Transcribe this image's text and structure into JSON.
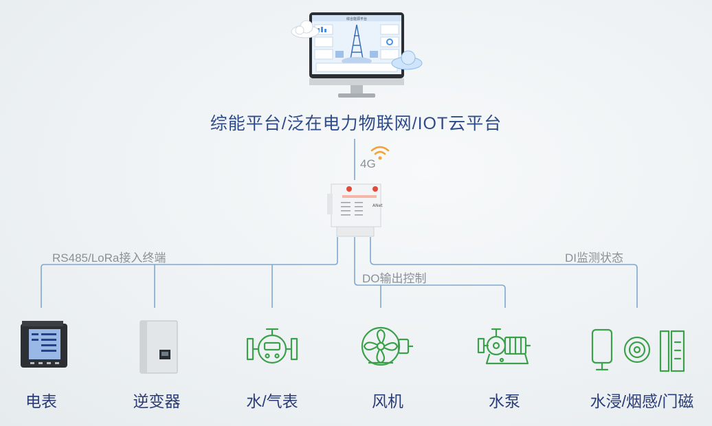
{
  "platform": {
    "title": "综能平台/泛在电力物联网/IOT云平台",
    "screen_heading": "综合能源平台"
  },
  "link": {
    "network_label": "4G"
  },
  "gateway": {
    "brand": "ANet"
  },
  "buses": {
    "rs485": "RS485/LoRa接入终端",
    "do_control": "DO输出控制",
    "di_monitor": "DI监测状态"
  },
  "devices": [
    {
      "label": "电表",
      "icon": "power-meter-icon"
    },
    {
      "label": "逆变器",
      "icon": "inverter-icon"
    },
    {
      "label": "水/气表",
      "icon": "flow-meter-icon"
    },
    {
      "label": "风机",
      "icon": "fan-icon"
    },
    {
      "label": "水泵",
      "icon": "pump-icon"
    },
    {
      "label": "水浸/烟感/门磁",
      "icon": "sensors-icon"
    }
  ],
  "colors": {
    "line": "#7fa8cf",
    "accent_green": "#3aa04a",
    "label_blue": "#2a3c78",
    "wifi_orange": "#f4a23a"
  }
}
